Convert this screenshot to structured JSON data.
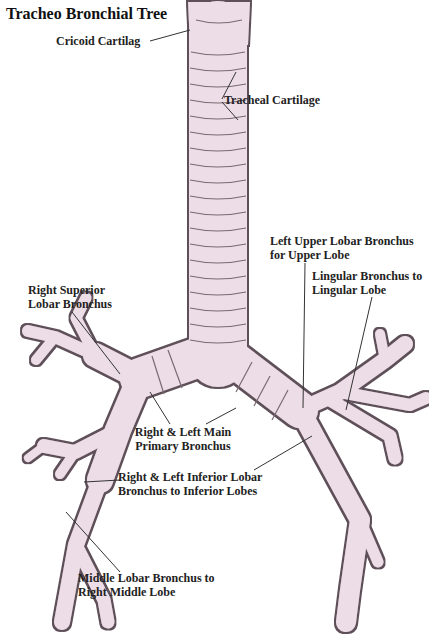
{
  "diagram": {
    "title": "Tracheo Bronchial Tree",
    "labels": [
      "Cricoid Cartilag",
      "Tracheal Cartilage",
      "Left Upper Lobar Bronchus for Upper Lobe",
      "Lingular Bronchus to Lingular Lobe",
      "Right Superior Lobar Bronchus",
      "Right & Left Main Primary Bronchus",
      "Right & Left Inferior Lobar Bronchus to Inferior Lobes",
      "Middle Lobar Bronchus to Right Middle Lobe"
    ]
  }
}
